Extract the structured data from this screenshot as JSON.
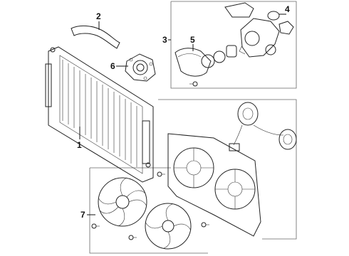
{
  "callouts": [
    {
      "id": "1",
      "label": "1",
      "part": "radiator"
    },
    {
      "id": "2",
      "label": "2",
      "part": "upper-hose"
    },
    {
      "id": "3",
      "label": "3",
      "part": "thermostat-housing-assembly"
    },
    {
      "id": "4",
      "label": "4",
      "part": "o-ring-seal"
    },
    {
      "id": "5",
      "label": "5",
      "part": "thermostat-gasket"
    },
    {
      "id": "6",
      "label": "6",
      "part": "water-pump"
    },
    {
      "id": "7",
      "label": "7",
      "part": "cooling-fan-blades"
    }
  ]
}
